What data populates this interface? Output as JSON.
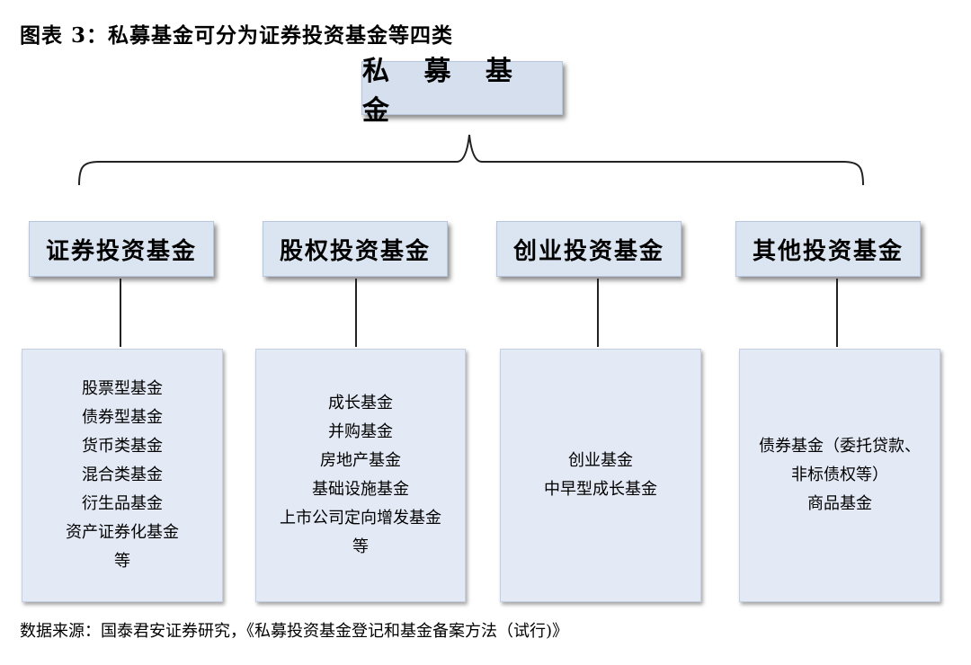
{
  "title": "图表 3：私募基金可分为证券投资基金等四类",
  "root": "私 募 基 金",
  "categories": [
    {
      "label": "证券投资基金",
      "items": [
        "股票型基金",
        "债券型基金",
        "货币类基金",
        "混合类基金",
        "衍生品基金",
        "资产证券化基金",
        "等"
      ]
    },
    {
      "label": "股权投资基金",
      "items": [
        "成长基金",
        "并购基金",
        "房地产基金",
        "基础设施基金",
        "上市公司定向增发基金",
        "等"
      ]
    },
    {
      "label": "创业投资基金",
      "items": [
        "创业基金",
        "中早型成长基金"
      ]
    },
    {
      "label": "其他投资基金",
      "items": [
        "债券基金（委托贷款、",
        "非标债权等）",
        "商品基金"
      ]
    }
  ],
  "source": "数据来源：国泰君安证券研究，《私募投资基金登记和基金备案方法（试行)》"
}
